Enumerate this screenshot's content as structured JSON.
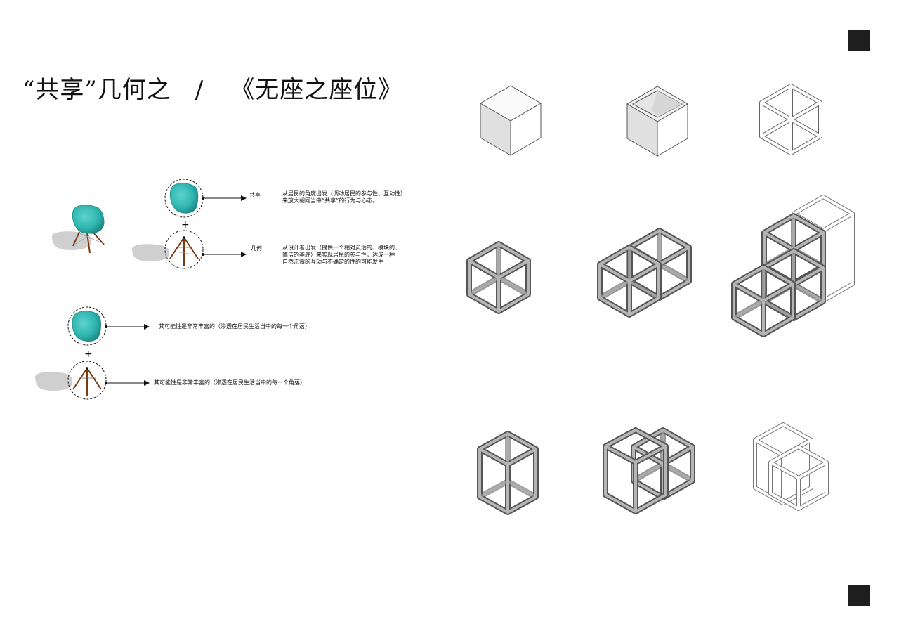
{
  "title": {
    "left": "“共享”几何之",
    "separator": "/",
    "right": "《无座之座位》"
  },
  "corner_marks": [
    {
      "position": "top-right",
      "color": "#1e1e1e"
    },
    {
      "position": "bottom-right",
      "color": "#1e1e1e"
    }
  ],
  "diagram_left": {
    "chair_color": "#2fb5b0",
    "leg_color": "#7a3a12",
    "shadow_color": "#c8c8c8",
    "plus_sign": "+",
    "rows": [
      {
        "label": "共享",
        "description": [
          "从居民的角度出发（调动居民的参与性、互动性）",
          "来放大胡同当中“共享”的行为与心态。"
        ],
        "icon": "chair-shell-icon"
      },
      {
        "label": "几何",
        "description": [
          "从设计者出发（提供一个相对灵活的、模块的、",
          "简洁的基底）来实现居民的参与性，达成一种",
          "自然流露的互动与不确定的性的可能发生"
        ],
        "icon": "chair-base-icon"
      }
    ],
    "bottom_group": {
      "plus_sign": "+",
      "notes": [
        "其可能性是非常丰富的（渗透在居民生活当中的每一个角落）",
        "其可能性是非常丰富的（渗透在居民生活当中的每一个角落）"
      ]
    }
  },
  "diagram_right": {
    "frame_color": "#8a8a8a",
    "frame_dark": "#4a4a4a",
    "outline_color": "#777777",
    "rows": [
      [
        "solid-cube-icon",
        "open-box-icon",
        "wire-frame-cube-icon"
      ],
      [
        "single-frame-cube-icon",
        "double-frame-cube-icon",
        "stepped-frame-cluster-icon"
      ],
      [
        "tall-frame-icon",
        "interlocked-frame-pair-icon",
        "interlocked-wire-frames-icon"
      ]
    ]
  }
}
